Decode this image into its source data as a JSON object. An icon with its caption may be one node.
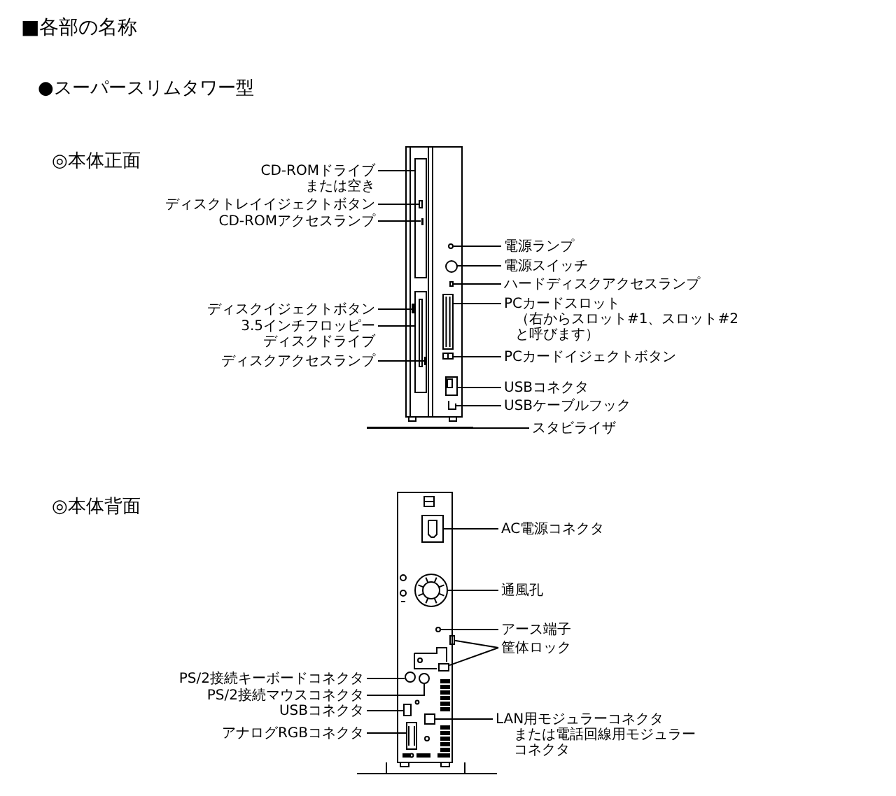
{
  "diagram": {
    "title": "■各部の名称",
    "nodes": [
      {
        "text": [
          "CD-ROMドライブまたは空き"
        ]
      },
      {
        "text": [
          "ディスクトレイイジェクトボタン"
        ]
      },
      {
        "text": [
          "CD-ROMアクセスランプ"
        ]
      },
      {
        "text": [
          "ディスクイジェクトボタン"
        ]
      },
      {
        "text": [
          "3.5インチフロッピーディスクドライブ"
        ]
      },
      {
        "text": [
          "ディスクアクセスランプ"
        ]
      },
      {
        "text": [
          "電源ランプ"
        ]
      },
      {
        "text": [
          "電源スイッチ"
        ]
      },
      {
        "text": [
          "ハードディスクアクセスランプ"
        ]
      },
      {
        "text": [
          "PCカードスロット",
          "（右からスロット#1、スロット#2と呼びます）"
        ]
      },
      {
        "text": [
          "PCカードイジェクトボタン"
        ]
      },
      {
        "text": [
          "USBコネクタ"
        ]
      },
      {
        "text": [
          "USBケーブルフック"
        ]
      },
      {
        "text": [
          "スタビライザ"
        ]
      },
      {
        "text": [
          "AC電源コネクタ"
        ]
      },
      {
        "text": [
          "通風孔"
        ]
      },
      {
        "text": [
          "アース端子"
        ]
      },
      {
        "text": [
          "筐体ロック"
        ]
      },
      {
        "text": [
          "PS/2接続キーボードコネクタ"
        ]
      },
      {
        "text": [
          "PS/2接続マウスコネクタ"
        ]
      },
      {
        "text": [
          "USBコネクタ"
        ]
      },
      {
        "text": [
          "アナログRGBコネクタ"
        ]
      },
      {
        "text": [
          "LAN用モジュラーコネクタまたは電話回線用モジュラーコネクタ"
        ]
      },
      {
        "text": [],
        "shape": "picture"
      },
      {
        "text": [],
        "shape": "box",
        "in": 23
      },
      {
        "text": [],
        "shape": "box",
        "in": 24
      },
      {
        "text": [],
        "shape": "bar",
        "in": 24
      },
      {
        "text": [],
        "shape": "box",
        "in": 23
      },
      {
        "text": [],
        "shape": "bar",
        "in": 23
      },
      {
        "text": [],
        "shape": "bar",
        "in": 27
      },
      {
        "text": [],
        "shape": "circle",
        "in": 23
      },
      {
        "text": [],
        "shape": "circle",
        "in": 23
      },
      {
        "text": [],
        "shape": "box",
        "in": 23
      },
      {
        "text": [],
        "shape": "box",
        "in": 23
      },
      {
        "text": [],
        "shape": "box",
        "in": 23
      },
      {
        "text": [],
        "shape": "box",
        "in": 23
      },
      {
        "text": [],
        "shape": "hook",
        "in": 23
      },
      {
        "text": [],
        "shape": "bar"
      },
      {
        "text": [],
        "shape": "picture"
      },
      {
        "text": [],
        "shape": "box",
        "in": 38
      },
      {
        "text": [],
        "shape": "circle",
        "in": 38
      },
      {
        "text": [],
        "shape": "circle",
        "in": 38
      },
      {
        "text": [],
        "shape": "box",
        "in": 38
      },
      {
        "text": [],
        "shape": "box",
        "in": 38
      },
      {
        "text": [],
        "shape": "circle",
        "in": 38
      },
      {
        "text": [],
        "shape": "circle",
        "in": 38
      },
      {
        "text": [],
        "shape": "box",
        "in": 38
      },
      {
        "text": [],
        "shape": "box",
        "in": 38
      },
      {
        "text": [],
        "shape": "box",
        "in": 38
      }
    ],
    "edges": [
      {
        "from": 0,
        "to": 24,
        "arrow": "none"
      },
      {
        "from": 1,
        "to": 25,
        "arrow": "none"
      },
      {
        "from": 2,
        "to": 26,
        "arrow": "none"
      },
      {
        "from": 3,
        "to": 28,
        "arrow": "none"
      },
      {
        "from": 4,
        "to": 27,
        "arrow": "none"
      },
      {
        "from": 5,
        "to": 29,
        "arrow": "none"
      },
      {
        "from": 6,
        "to": 30,
        "arrow": "none"
      },
      {
        "from": 7,
        "to": 31,
        "arrow": "none"
      },
      {
        "from": 8,
        "to": 32,
        "arrow": "none"
      },
      {
        "from": 9,
        "to": 33,
        "arrow": "none"
      },
      {
        "from": 10,
        "to": 34,
        "arrow": "none"
      },
      {
        "from": 11,
        "to": 35,
        "arrow": "none"
      },
      {
        "from": 12,
        "to": 36,
        "arrow": "none"
      },
      {
        "from": 13,
        "to": 37,
        "arrow": "none"
      },
      {
        "from": 14,
        "to": 39,
        "arrow": "none"
      },
      {
        "from": 15,
        "to": 40,
        "arrow": "none"
      },
      {
        "from": 16,
        "to": 41,
        "arrow": "none"
      },
      {
        "from": 17,
        "to": 42,
        "arrow": "none"
      },
      {
        "from": 17,
        "to": 43,
        "arrow": "none"
      },
      {
        "from": 18,
        "to": 44,
        "arrow": "none"
      },
      {
        "from": 19,
        "to": 45,
        "arrow": "none"
      },
      {
        "from": 20,
        "to": 46,
        "arrow": "none"
      },
      {
        "from": 21,
        "to": 48,
        "arrow": "none"
      },
      {
        "from": 22,
        "to": 47,
        "arrow": "none"
      }
    ],
    "labels": [
      "●スーパースリムタワー型",
      "◎本体正面",
      "◎本体背面"
    ]
  }
}
